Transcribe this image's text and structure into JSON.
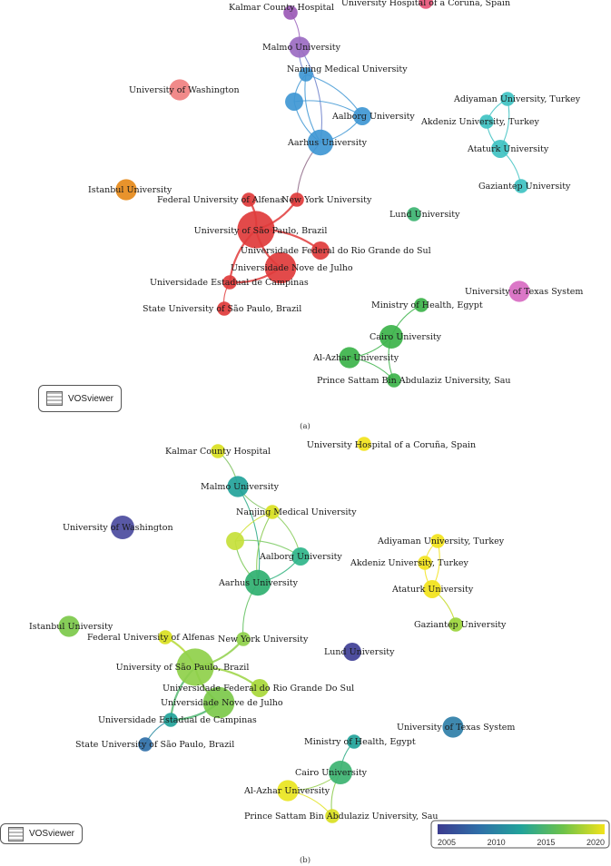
{
  "panels": [
    {
      "id": "a",
      "caption": "(a)",
      "logo_text": "VOSviewer",
      "nodes": [
        {
          "id": "kalmar",
          "label": "Kalmar County Hospital",
          "color": "#9b59b6",
          "weight": 1
        },
        {
          "id": "coruna",
          "label": "University Hospital of a Coruña, Spain",
          "color": "#e6567a",
          "weight": 1
        },
        {
          "id": "malmo",
          "label": "Malmo University",
          "color": "#9b6bc2",
          "weight": 3
        },
        {
          "id": "nanjing",
          "label": "Nanjing Medical University",
          "color": "#3f97d4",
          "weight": 1
        },
        {
          "id": "washington",
          "label": "University of Washington",
          "color": "#f08080",
          "weight": 3
        },
        {
          "id": "hub",
          "label": "",
          "color": "#3f97d4",
          "weight": 2
        },
        {
          "id": "aalborg",
          "label": "Aalborg University",
          "color": "#3f97d4",
          "weight": 2
        },
        {
          "id": "aarhus",
          "label": "Aarhus University",
          "color": "#3f97d4",
          "weight": 5
        },
        {
          "id": "adiyaman",
          "label": "Adiyaman University, Turkey",
          "color": "#3fc2c2",
          "weight": 1
        },
        {
          "id": "akdeniz",
          "label": "Akdeniz University, Turkey",
          "color": "#3fc2c2",
          "weight": 1
        },
        {
          "id": "ataturk",
          "label": "Ataturk University",
          "color": "#3fc2c2",
          "weight": 2
        },
        {
          "id": "gaziantep",
          "label": "Gaziantep University",
          "color": "#3fc2c2",
          "weight": 1
        },
        {
          "id": "istanbul",
          "label": "Istanbul University",
          "color": "#e68a1a",
          "weight": 3
        },
        {
          "id": "alfenas",
          "label": "Federal University of Alfenas",
          "color": "#e03b3b",
          "weight": 1
        },
        {
          "id": "newyork",
          "label": "New York University",
          "color": "#e03b3b",
          "weight": 1
        },
        {
          "id": "lund",
          "label": "Lund University",
          "color": "#3cb371",
          "weight": 1
        },
        {
          "id": "saopaulo",
          "label": "University of São Paulo, Brazil",
          "color": "#e03b3b",
          "weight": 12
        },
        {
          "id": "riogrande",
          "label": "Universidade Federal do Rio Grande do Sul",
          "color": "#e03b3b",
          "weight": 2
        },
        {
          "id": "novejulho",
          "label": "Universidade Nove de Julho",
          "color": "#e03b3b",
          "weight": 8
        },
        {
          "id": "campinas",
          "label": "Universidade Estadual de Campinas",
          "color": "#e03b3b",
          "weight": 1
        },
        {
          "id": "stateSP",
          "label": "State University of São Paulo, Brazil",
          "color": "#e03b3b",
          "weight": 1
        },
        {
          "id": "texas",
          "label": "University of Texas System",
          "color": "#d86bc2",
          "weight": 3
        },
        {
          "id": "egypt",
          "label": "Ministry of Health, Egypt",
          "color": "#3cb34a",
          "weight": 1
        },
        {
          "id": "cairo",
          "label": "Cairo University",
          "color": "#3cb34a",
          "weight": 4
        },
        {
          "id": "azhar",
          "label": "Al-Azhar University",
          "color": "#3cb34a",
          "weight": 3
        },
        {
          "id": "sattam",
          "label": "Prince Sattam Bin Abdulaziz University, Sau",
          "color": "#3cb34a",
          "weight": 1
        }
      ],
      "links": [
        [
          "kalmar",
          "malmo"
        ],
        [
          "malmo",
          "nanjing"
        ],
        [
          "malmo",
          "aarhus"
        ],
        [
          "nanjing",
          "hub"
        ],
        [
          "nanjing",
          "aalborg"
        ],
        [
          "nanjing",
          "aarhus"
        ],
        [
          "hub",
          "aalborg"
        ],
        [
          "hub",
          "aarhus"
        ],
        [
          "aalborg",
          "aarhus"
        ],
        [
          "aarhus",
          "newyork"
        ],
        [
          "adiyaman",
          "ataturk"
        ],
        [
          "akdeniz",
          "ataturk"
        ],
        [
          "ataturk",
          "gaziantep"
        ],
        [
          "adiyaman",
          "akdeniz"
        ],
        [
          "alfenas",
          "saopaulo"
        ],
        [
          "saopaulo",
          "novejulho"
        ],
        [
          "saopaulo",
          "riogrande"
        ],
        [
          "saopaulo",
          "campinas"
        ],
        [
          "novejulho",
          "campinas"
        ],
        [
          "campinas",
          "stateSP"
        ],
        [
          "newyork",
          "saopaulo"
        ],
        [
          "egypt",
          "cairo"
        ],
        [
          "cairo",
          "azhar"
        ],
        [
          "cairo",
          "sattam"
        ],
        [
          "azhar",
          "sattam"
        ]
      ]
    },
    {
      "id": "b",
      "caption": "(b)",
      "logo_text": "VOSviewer",
      "colorbar": {
        "ticks": [
          "2005",
          "2010",
          "2015",
          "2020"
        ],
        "stops": [
          "#3b3b8f",
          "#2f6fa8",
          "#22a39a",
          "#6cc24a",
          "#f2e31b"
        ]
      },
      "nodes": [
        {
          "id": "kalmar",
          "label": "Kalmar County Hospital",
          "color": "#d9e021",
          "weight": 1
        },
        {
          "id": "coruna",
          "label": "University Hospital of a Coruña, Spain",
          "color": "#f2e31b",
          "weight": 1
        },
        {
          "id": "malmo",
          "label": "Malmo University",
          "color": "#22a39a",
          "weight": 3
        },
        {
          "id": "nanjing",
          "label": "Nanjing Medical University",
          "color": "#d9e021",
          "weight": 1
        },
        {
          "id": "washington",
          "label": "University of Washington",
          "color": "#4b4b9e",
          "weight": 4
        },
        {
          "id": "hub",
          "label": "",
          "color": "#c6e03a",
          "weight": 2
        },
        {
          "id": "aalborg",
          "label": "Aalborg University",
          "color": "#2fb58a",
          "weight": 2
        },
        {
          "id": "aarhus",
          "label": "Aarhus University",
          "color": "#2fb070",
          "weight": 5
        },
        {
          "id": "adiyaman",
          "label": "Adiyaman University, Turkey",
          "color": "#f2e31b",
          "weight": 1
        },
        {
          "id": "akdeniz",
          "label": "Akdeniz University, Turkey",
          "color": "#f2e31b",
          "weight": 1
        },
        {
          "id": "ataturk",
          "label": "Ataturk University",
          "color": "#f2e31b",
          "weight": 2
        },
        {
          "id": "gaziantep",
          "label": "Gaziantep University",
          "color": "#9ad43a",
          "weight": 1
        },
        {
          "id": "istanbul",
          "label": "Istanbul University",
          "color": "#7cc94a",
          "weight": 3
        },
        {
          "id": "alfenas",
          "label": "Federal University of Alfenas",
          "color": "#d9e021",
          "weight": 1
        },
        {
          "id": "newyork",
          "label": "New York University",
          "color": "#8fd04a",
          "weight": 1
        },
        {
          "id": "lund",
          "label": "Lund University",
          "color": "#3f3f96",
          "weight": 2
        },
        {
          "id": "saopaulo",
          "label": "University of São Paulo, Brazil",
          "color": "#8fd04a",
          "weight": 12
        },
        {
          "id": "riogrande",
          "label": "Universidade Federal do Rio Grande Do Sul",
          "color": "#a8d83a",
          "weight": 2
        },
        {
          "id": "novejulho",
          "label": "Universidade Nove de Julho",
          "color": "#7cc94a",
          "weight": 8
        },
        {
          "id": "campinas",
          "label": "Universidade Estadual de Campinas",
          "color": "#22a39a",
          "weight": 1
        },
        {
          "id": "stateSP",
          "label": "State University of São Paulo, Brazil",
          "color": "#2f6fa8",
          "weight": 1
        },
        {
          "id": "texas",
          "label": "University of Texas System",
          "color": "#2f7fa8",
          "weight": 3
        },
        {
          "id": "egypt",
          "label": "Ministry of Health, Egypt",
          "color": "#22a39a",
          "weight": 1
        },
        {
          "id": "cairo",
          "label": "Cairo University",
          "color": "#3cb371",
          "weight": 4
        },
        {
          "id": "azhar",
          "label": "Al-Azhar University",
          "color": "#e9e51f",
          "weight": 3
        },
        {
          "id": "sattam",
          "label": "Prince Sattam Bin Abdulaziz University, Sau",
          "color": "#d9e021",
          "weight": 1
        }
      ],
      "links": [
        [
          "kalmar",
          "malmo"
        ],
        [
          "malmo",
          "nanjing"
        ],
        [
          "malmo",
          "aarhus"
        ],
        [
          "nanjing",
          "hub"
        ],
        [
          "nanjing",
          "aalborg"
        ],
        [
          "nanjing",
          "aarhus"
        ],
        [
          "hub",
          "aalborg"
        ],
        [
          "hub",
          "aarhus"
        ],
        [
          "aalborg",
          "aarhus"
        ],
        [
          "aarhus",
          "newyork"
        ],
        [
          "adiyaman",
          "ataturk"
        ],
        [
          "akdeniz",
          "ataturk"
        ],
        [
          "ataturk",
          "gaziantep"
        ],
        [
          "adiyaman",
          "akdeniz"
        ],
        [
          "alfenas",
          "saopaulo"
        ],
        [
          "saopaulo",
          "novejulho"
        ],
        [
          "saopaulo",
          "riogrande"
        ],
        [
          "saopaulo",
          "campinas"
        ],
        [
          "novejulho",
          "campinas"
        ],
        [
          "campinas",
          "stateSP"
        ],
        [
          "newyork",
          "saopaulo"
        ],
        [
          "egypt",
          "cairo"
        ],
        [
          "cairo",
          "azhar"
        ],
        [
          "cairo",
          "sattam"
        ],
        [
          "azhar",
          "sattam"
        ]
      ]
    }
  ]
}
